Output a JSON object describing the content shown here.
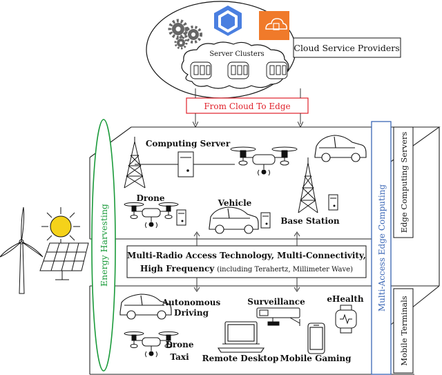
{
  "cloud": {
    "providers_label": "Cloud Service Providers",
    "clusters_label": "Server Clusters",
    "transition_label": "From Cloud To Edge"
  },
  "edge_layer": {
    "computing_server": "Computing Server",
    "drone": "Drone",
    "vehicle": "Vehicle",
    "base_station": "Base Station"
  },
  "access": {
    "line1": "Multi-Radio Access Technology, Multi-Connectivity,",
    "line2_main": "High Frequency",
    "line2_note": "(including Terahertz, Millimeter Wave)"
  },
  "terminals": {
    "autonomous_line1": "Autonomous",
    "autonomous_line2": "Driving",
    "surveillance": "Surveillance",
    "ehealth": "eHealth",
    "drone_taxi_line1": "Drone",
    "drone_taxi_line2": "Taxi",
    "remote_desktop": "Remote Desktop",
    "mobile_gaming": "Mobile Gaming"
  },
  "side_labels": {
    "energy": "Energy Harvesting",
    "mec": "Multi-Access Edge Computing",
    "edge_servers": "Edge Computing Servers",
    "mobile_terminals": "Mobile Terminals"
  },
  "colors": {
    "energy_green": "#1a9a3a",
    "mec_blue": "#3a66b5",
    "edge_red": "#e0202a",
    "google_blue": "#4a7fe0",
    "aws_orange": "#f07a2a",
    "sun_yellow": "#f5d21a",
    "gear_gray": "#666666"
  }
}
